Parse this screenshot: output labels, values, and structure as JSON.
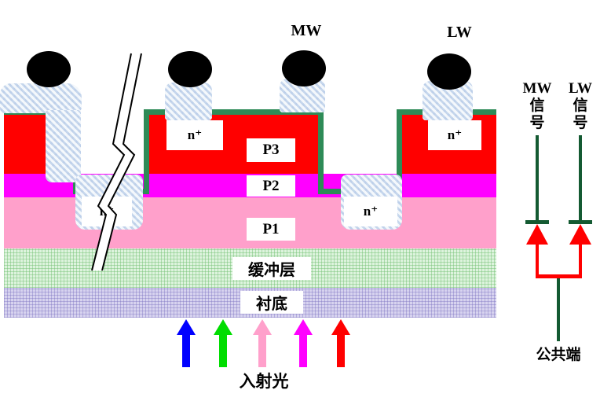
{
  "device": {
    "band_labels": {
      "mw": "MW",
      "lw": "LW"
    },
    "layer_labels": {
      "p3": "P3",
      "p2": "P2",
      "p1": "P1",
      "buffer": "缓冲层",
      "substrate": "衬底"
    },
    "n_plus": "n⁺",
    "colors": {
      "p3_red": "#ff0000",
      "p2_magenta": "#ff00ff",
      "p1_pink": "#ffa0cb",
      "buffer_green": "#ddf3dd",
      "substrate_violet": "#d7d3ef",
      "contact_green": "#2e8b57",
      "pad_blue": "#d9e6f5",
      "bump_black": "#000000"
    }
  },
  "incident_light": {
    "label": "入射光",
    "arrow_colors": [
      "#0000ff",
      "#00dd00",
      "#ffa0cb",
      "#ff00ff",
      "#ff0000"
    ]
  },
  "circuit": {
    "mw_signal_label": "MW\n信\n号",
    "lw_signal_label": "LW\n信\n号",
    "common_label": "公共端",
    "wire_green": "#145a32",
    "diode_red": "#ff0000"
  }
}
